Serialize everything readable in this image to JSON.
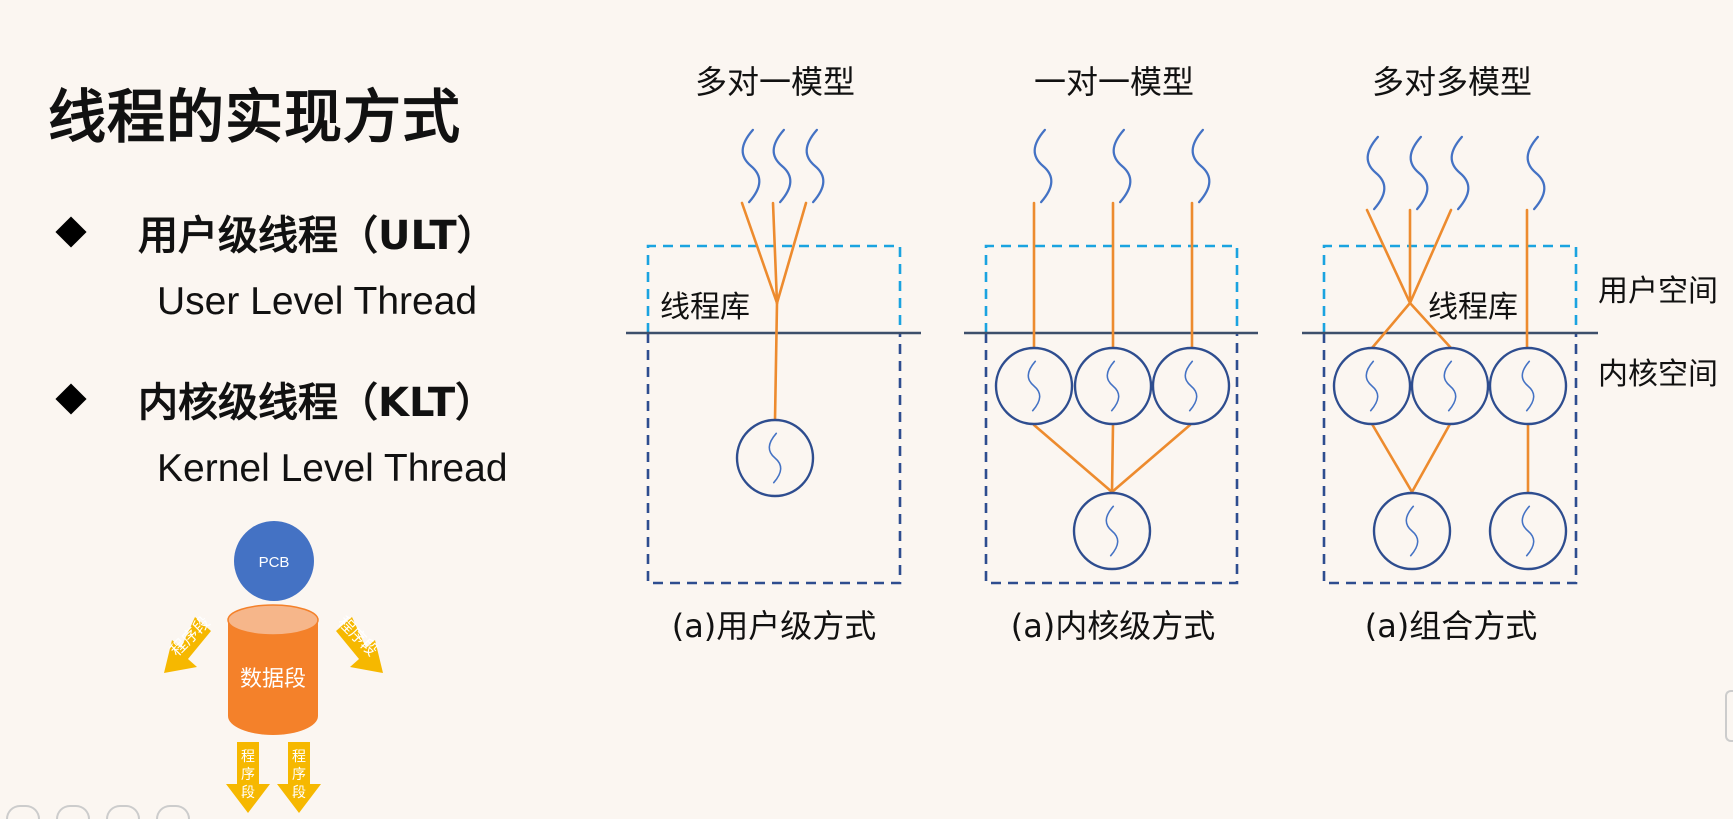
{
  "title": "线程的实现方式",
  "bullets": [
    {
      "heading": "用户级线程（ULT）",
      "sub": "User Level Thread"
    },
    {
      "heading": "内核级线程（KLT）",
      "sub": "Kernel Level Thread"
    }
  ],
  "illustration": {
    "pcb": "PCB",
    "data_segment": "数据段",
    "program_segment": "程序段",
    "program_segment_vertical": "程\n序\n段"
  },
  "models": [
    {
      "title": "多对一模型",
      "caption": "(a)用户级方式",
      "lib_label": "线程库"
    },
    {
      "title": "一对一模型",
      "caption": "(a)内核级方式"
    },
    {
      "title": "多对多模型",
      "caption": "(a)组合方式",
      "lib_label": "线程库"
    }
  ],
  "space_labels": {
    "user": "用户空间",
    "kernel": "内核空间"
  },
  "colors": {
    "thread": "#4472c4",
    "link": "#ed8b2e",
    "kernel_circle": "#2e4d8f",
    "user_box": "#1aa3e0",
    "kernel_box": "#2e4d8f",
    "divider": "#3d4f6b",
    "pcb": "#4472c4",
    "cylinder": "#f4812a",
    "cylinder_top": "#f6b68a",
    "arrow": "#f6b800"
  }
}
